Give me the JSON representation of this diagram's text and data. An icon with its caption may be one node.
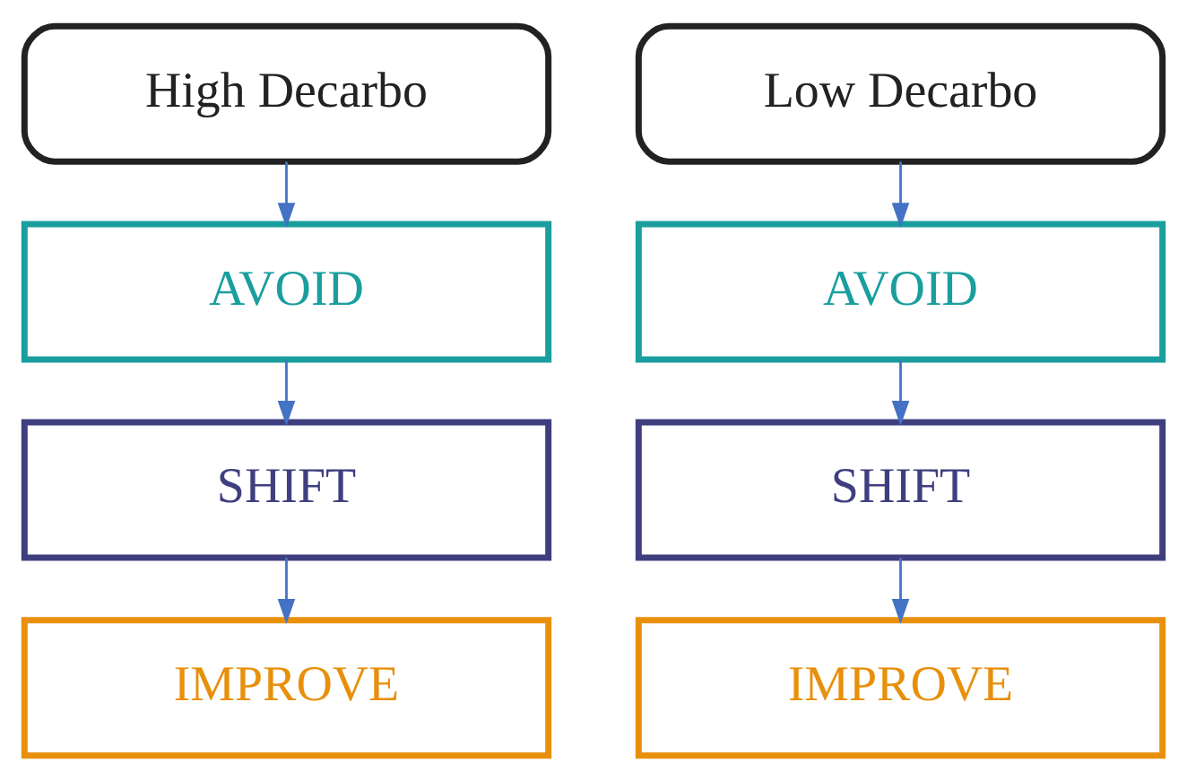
{
  "diagram": {
    "nodes": [
      {
        "text": [
          "High Decarbo"
        ]
      },
      {
        "text": [
          "AVOID"
        ]
      },
      {
        "text": [
          "SHIFT"
        ]
      },
      {
        "text": [
          "IMPROVE"
        ]
      },
      {
        "text": [
          "Low Decarbo"
        ]
      },
      {
        "text": [
          "AVOID"
        ]
      },
      {
        "text": [
          "SHIFT"
        ]
      },
      {
        "text": [
          "IMPROVE"
        ]
      }
    ],
    "edges": [
      {
        "from": 0,
        "to": 1,
        "arrow": "to"
      },
      {
        "from": 1,
        "to": 2,
        "arrow": "to"
      },
      {
        "from": 2,
        "to": 3,
        "arrow": "to"
      },
      {
        "from": 4,
        "to": 5,
        "arrow": "to"
      },
      {
        "from": 5,
        "to": 6,
        "arrow": "to"
      },
      {
        "from": 6,
        "to": 7,
        "arrow": "to"
      }
    ]
  }
}
